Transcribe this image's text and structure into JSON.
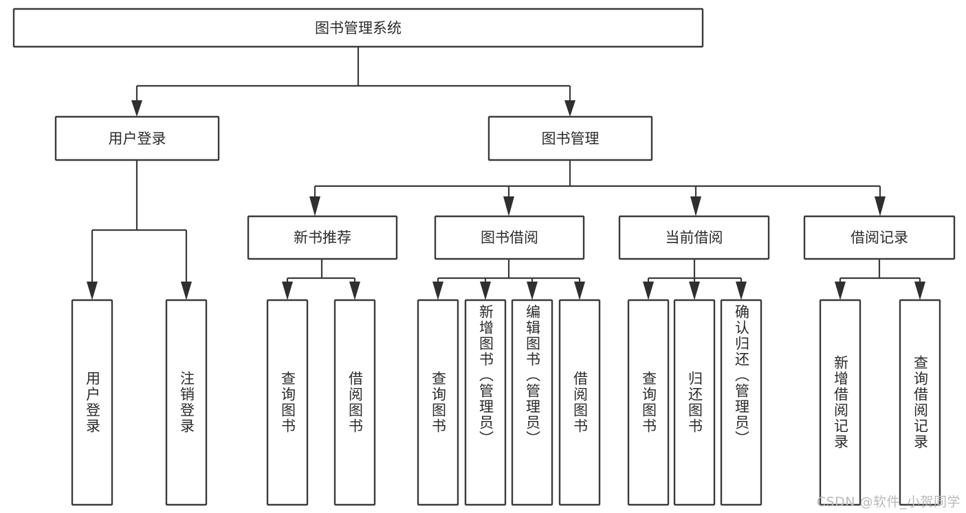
{
  "diagram": {
    "type": "tree-hierarchy",
    "title": "图书管理系统",
    "watermark": "CSDN @软件_小贺同学",
    "colors": {
      "box_stroke": "#3a3a3a",
      "box_fill": "#ffffff",
      "connector": "#3a3a3a",
      "text": "#2b2b2b",
      "watermark": "#b9b9b9",
      "background": "#ffffff"
    },
    "root": {
      "label": "图书管理系统"
    },
    "level2": [
      {
        "label": "用户登录"
      },
      {
        "label": "图书管理"
      }
    ],
    "level3": [
      {
        "label": "新书推荐"
      },
      {
        "label": "图书借阅"
      },
      {
        "label": "当前借阅"
      },
      {
        "label": "借阅记录"
      }
    ],
    "leaves": {
      "user_login": [
        {
          "label": "用户登录"
        },
        {
          "label": "注销登录"
        }
      ],
      "new_book_recommend": [
        {
          "label": "查询图书"
        },
        {
          "label": "借阅图书"
        }
      ],
      "book_borrow": [
        {
          "label": "查询图书"
        },
        {
          "label": "新增图书（管理员）"
        },
        {
          "label": "编辑图书（管理员）"
        },
        {
          "label": "借阅图书"
        }
      ],
      "current_borrow": [
        {
          "label": "查询图书"
        },
        {
          "label": "归还图书"
        },
        {
          "label": "确认归还（管理员）"
        }
      ],
      "borrow_record": [
        {
          "label": "新增借阅记录"
        },
        {
          "label": "查询借阅记录"
        }
      ]
    }
  }
}
